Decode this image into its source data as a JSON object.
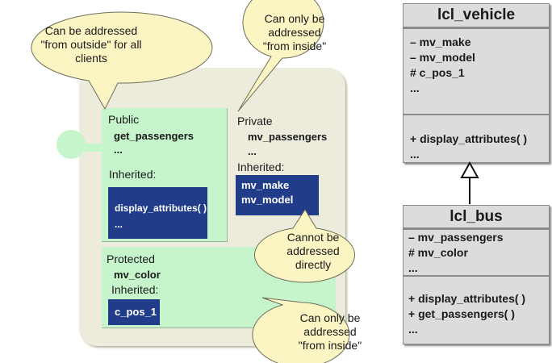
{
  "bubbles": {
    "public_note": [
      "Can be addressed",
      "\"from outside\" for all",
      "clients"
    ],
    "private_note": [
      "Can only be",
      "addressed",
      "\"from inside\""
    ],
    "inherited_private_note": [
      "Cannot be",
      "addressed",
      "directly"
    ],
    "protected_note": [
      "Can only be",
      "addressed",
      "\"from inside\""
    ]
  },
  "public_section": {
    "heading": "Public",
    "member": "get_passengers",
    "ellipsis": "...",
    "inherited_label": "Inherited:",
    "inherited_items": [
      "display_attributes( )",
      "..."
    ]
  },
  "private_section": {
    "heading": "Private",
    "member": "mv_passengers",
    "ellipsis": "...",
    "inherited_label": "Inherited:",
    "inherited_items": [
      "mv_make",
      "mv_model"
    ]
  },
  "protected_section": {
    "heading": "Protected",
    "member": "mv_color",
    "inherited_label": "Inherited:",
    "inherited_items": [
      "c_pos_1"
    ]
  },
  "uml": {
    "superclass": {
      "name": "lcl_vehicle",
      "attributes": [
        "– mv_make",
        "– mv_model",
        "# c_pos_1",
        "..."
      ],
      "methods": [
        "+ display_attributes( )",
        "..."
      ]
    },
    "subclass": {
      "name": "lcl_bus",
      "attributes": [
        "– mv_passengers",
        "# mv_color",
        "..."
      ],
      "methods": [
        "+ display_attributes( )",
        "+ get_passengers( )",
        "..."
      ]
    },
    "relation": "inheritance"
  }
}
